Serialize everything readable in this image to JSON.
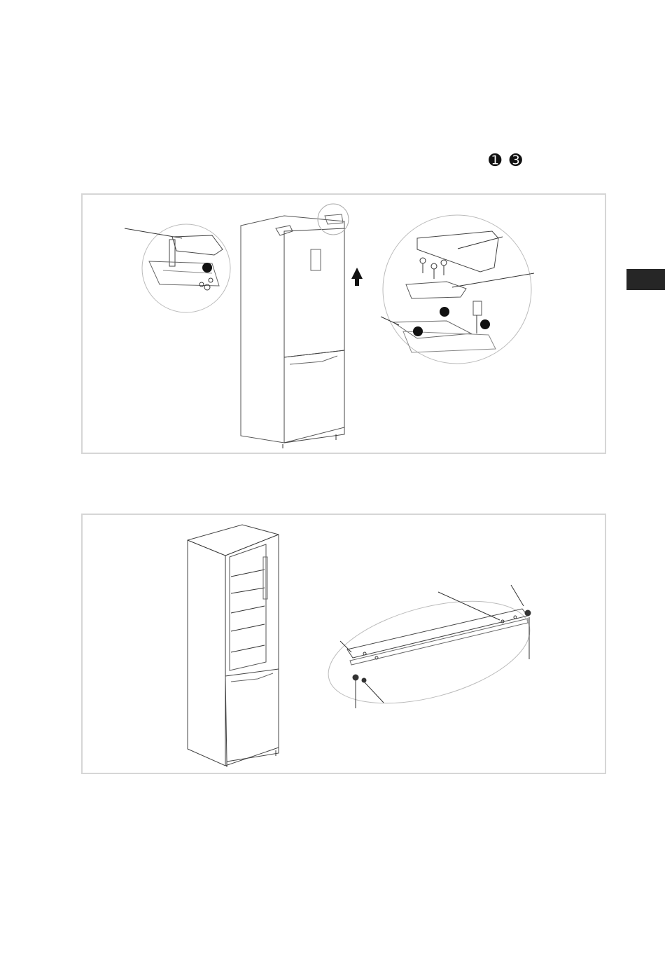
{
  "page": {
    "step_marks": [
      "➊",
      "➌"
    ]
  },
  "figure_1": {
    "callout_dots": 4
  },
  "figure_2": {
    "callout_lines": 5
  },
  "side_tab": {
    "color": "#262626"
  }
}
